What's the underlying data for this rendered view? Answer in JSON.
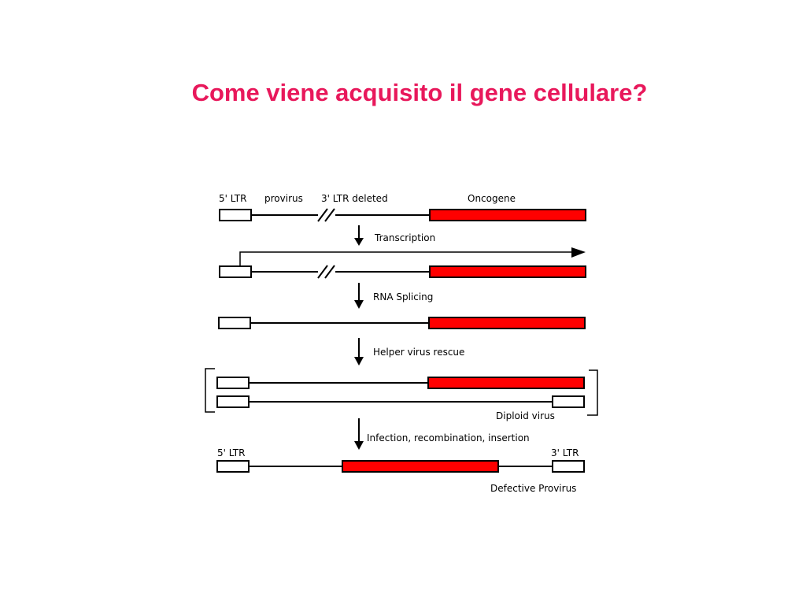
{
  "title": "Come viene acquisito il gene cellulare?",
  "diagram": {
    "labels": {
      "ltr5": "5' LTR",
      "provirus": "provirus",
      "ltr3_deleted": "3' LTR deleted",
      "oncogene": "Oncogene",
      "ltr5_final": "5' LTR",
      "ltr3_final": "3' LTR",
      "diploid_virus": "Diploid virus",
      "defective_provirus": "Defective Provirus"
    },
    "steps": {
      "transcription": "Transcription",
      "rna_splicing": "RNA Splicing",
      "helper_rescue": "Helper virus rescue",
      "infection": "Infection, recombination, insertion"
    }
  },
  "colors": {
    "title": "#e8185b",
    "oncogene": "#ff0000",
    "stroke": "#000000"
  }
}
